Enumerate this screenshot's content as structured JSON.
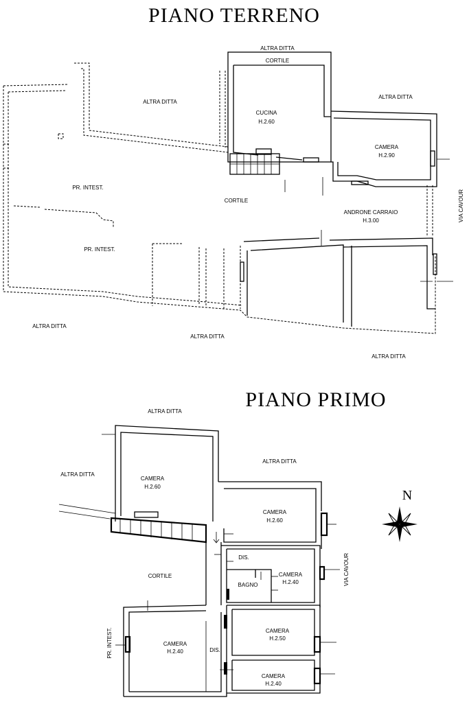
{
  "ground_floor": {
    "title": "PIANO TERRENO",
    "labels": {
      "altra_ditta_top": "ALTRA DITTA",
      "cortile_top": "CORTILE",
      "altra_ditta_left": "ALTRA DITTA",
      "altra_ditta_right": "ALTRA DITTA",
      "cucina": "CUCINA",
      "cucina_h": "H.2.60",
      "camera": "CAMERA",
      "camera_h": "H.2.90",
      "pr_intest_1": "PR. INTEST.",
      "pr_intest_2": "PR. INTEST.",
      "cortile": "CORTILE",
      "androne": "ANDRONE CARRAIO",
      "androne_h": "H.3.00",
      "via_cavour": "VIA CAVOUR",
      "altra_ditta_bottom_left": "ALTRA DITTA",
      "altra_ditta_bottom_mid": "ALTRA DITTA",
      "altra_ditta_bottom_right": "ALTRA DITTA"
    }
  },
  "first_floor": {
    "title": "PIANO PRIMO",
    "labels": {
      "altra_ditta_top": "ALTRA DITTA",
      "altra_ditta_left": "ALTRA DITTA",
      "altra_ditta_right": "ALTRA DITTA",
      "camera_1": "CAMERA",
      "camera_1_h": "H.2.60",
      "camera_2": "CAMERA",
      "camera_2_h": "H.2.60",
      "dis_1": "DIS.",
      "bagno": "BAGNO",
      "camera_3": "CAMERA",
      "camera_3_h": "H.2.40",
      "via_cavour": "VIA CAVOUR",
      "cortile": "CORTILE",
      "pr_intest": "PR. INTEST.",
      "camera_4": "CAMERA",
      "camera_4_h": "H.2.40",
      "dis_2": "DIS.",
      "camera_5": "CAMERA",
      "camera_5_h": "H.2.50",
      "camera_6": "CAMERA",
      "camera_6_h": "H.2.40"
    }
  },
  "compass": {
    "north_label": "N"
  }
}
